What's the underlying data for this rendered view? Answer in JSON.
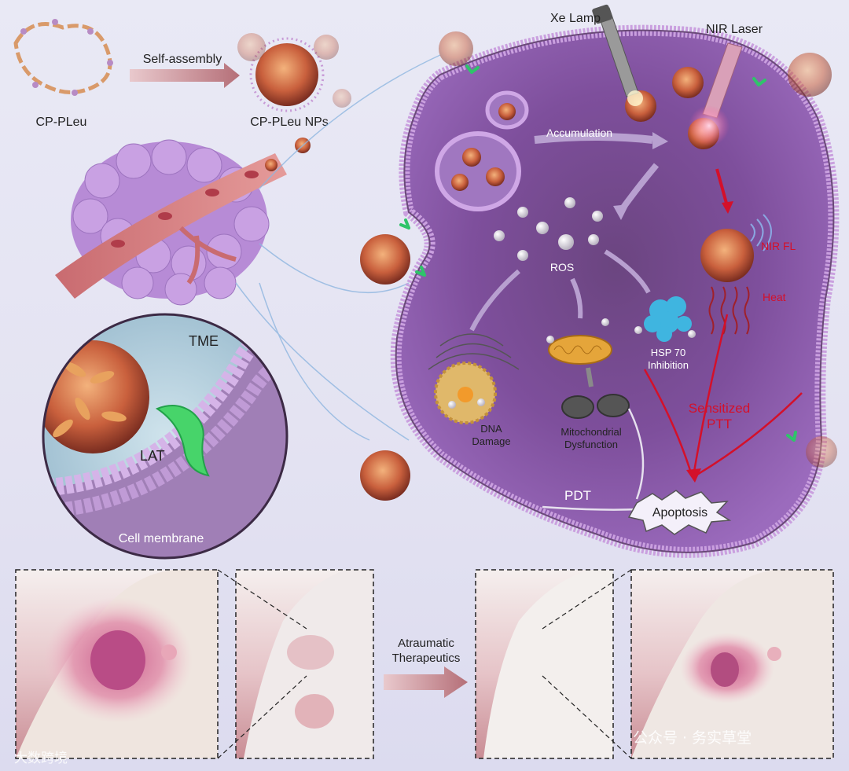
{
  "labels": {
    "cp_pleu": "CP-PLeu",
    "self_assembly": "Self-assembly",
    "cp_pleu_nps": "CP-PLeu NPs",
    "xe_lamp": "Xe Lamp",
    "nir_laser": "NIR Laser",
    "accumulation": "Accumulation",
    "ros": "ROS",
    "nir_fl": "NIR FL",
    "heat": "Heat",
    "hsp70_line1": "HSP 70",
    "hsp70_line2": "Inhibition",
    "dna_line1": "DNA",
    "dna_line2": "Damage",
    "mito_line1": "Mitochondrial",
    "mito_line2": "Dysfunction",
    "sensitized_line1": "Sensitized",
    "sensitized_line2": "PTT",
    "pdt": "PDT",
    "apoptosis": "Apoptosis",
    "tme": "TME",
    "lat": "LAT",
    "cell_membrane": "Cell membrane",
    "atraumatic_line1": "Atraumatic",
    "atraumatic_line2": "Therapeutics"
  },
  "watermarks": {
    "left": "大数跨境",
    "right": "公众号 · 务实草堂"
  },
  "colors": {
    "cell_purple": "#7b4a9e",
    "membrane_pink": "#c58fd6",
    "nanoparticle_orange": "#d9774a",
    "arrow_red": "#d4102a",
    "arrow_pink": "#c98b95"
  }
}
